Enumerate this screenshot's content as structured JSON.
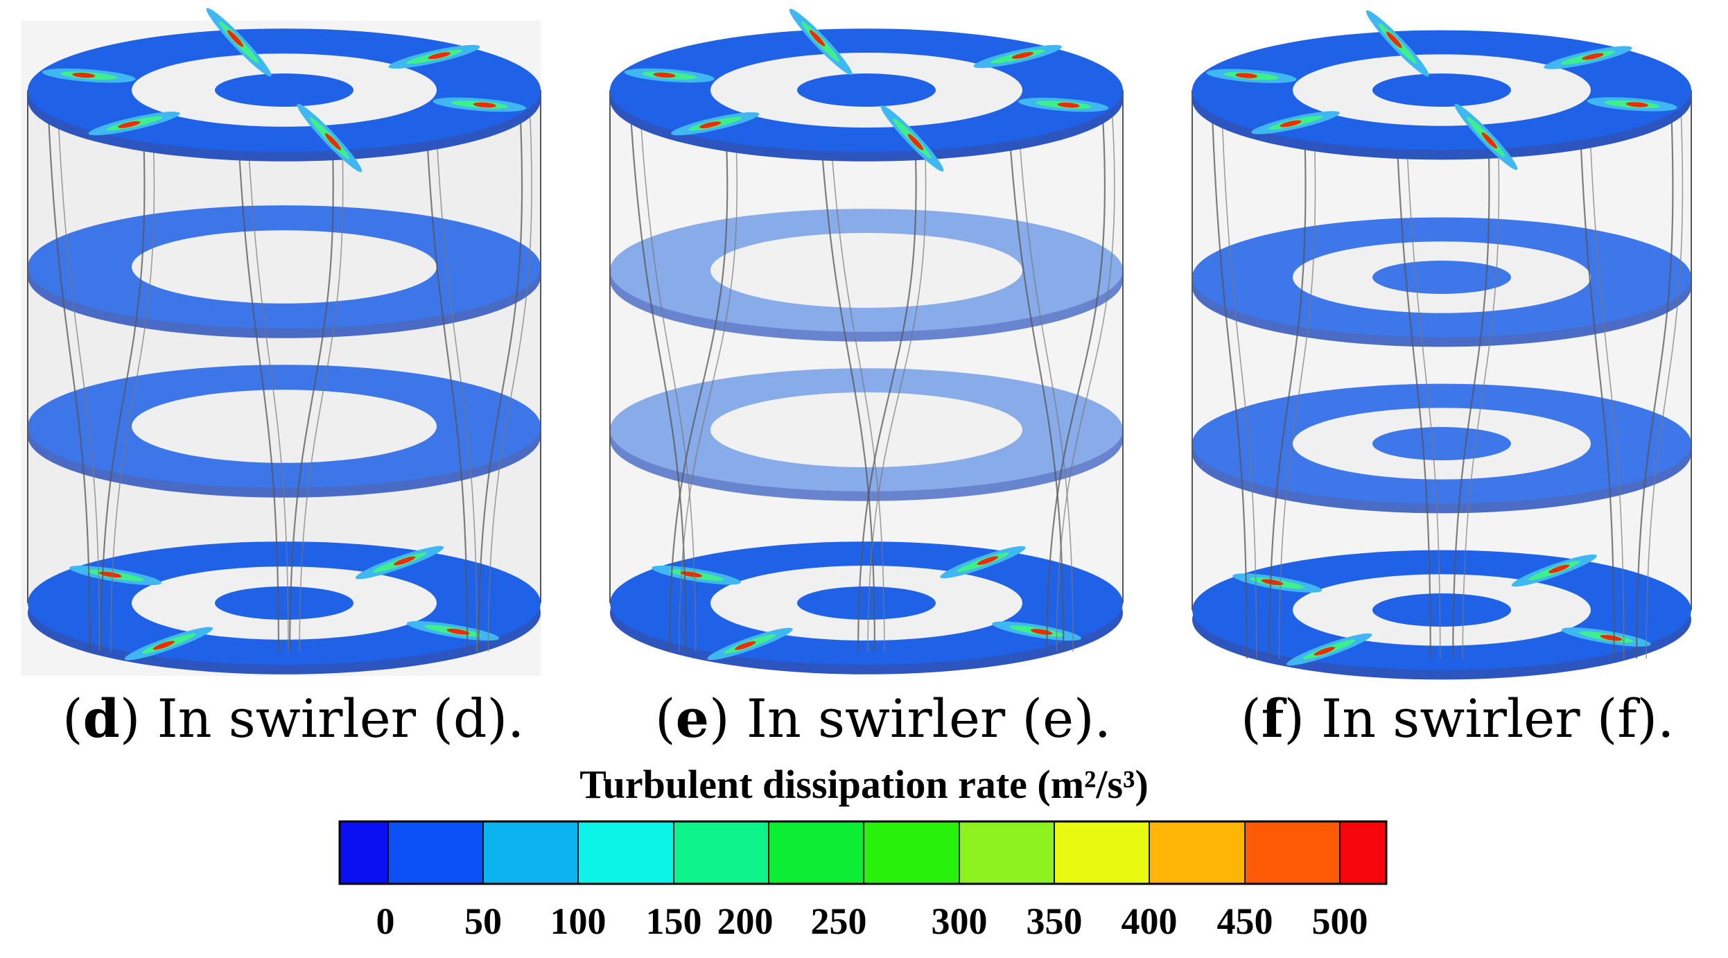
{
  "panels": [
    {
      "letter": "d",
      "text": " In swirler (d)."
    },
    {
      "letter": "e",
      "text": " In swirler (e)."
    },
    {
      "letter": "f",
      "text": " In swirler (f)."
    }
  ],
  "legend": {
    "title": "Turbulent dissipation rate (m²/s³)",
    "ticks": [
      "0",
      "50",
      "100",
      "150",
      "200",
      "250",
      "300",
      "350",
      "400",
      "450",
      "500"
    ],
    "colors": [
      "#0a10f2",
      "#0b4ff6",
      "#0bb3ef",
      "#0cf4e8",
      "#0cf48a",
      "#0bee33",
      "#28f20c",
      "#8ef21e",
      "#e8fa0f",
      "#feb505",
      "#fd5a05",
      "#f6060a"
    ]
  },
  "colors": {
    "base_blue": "#1f62e8",
    "mid_blue": "#5b8de6",
    "light_blue": "#3fb7f2",
    "vane_fill": "#e6e6e6",
    "hub_white": "#f0f0f0"
  }
}
